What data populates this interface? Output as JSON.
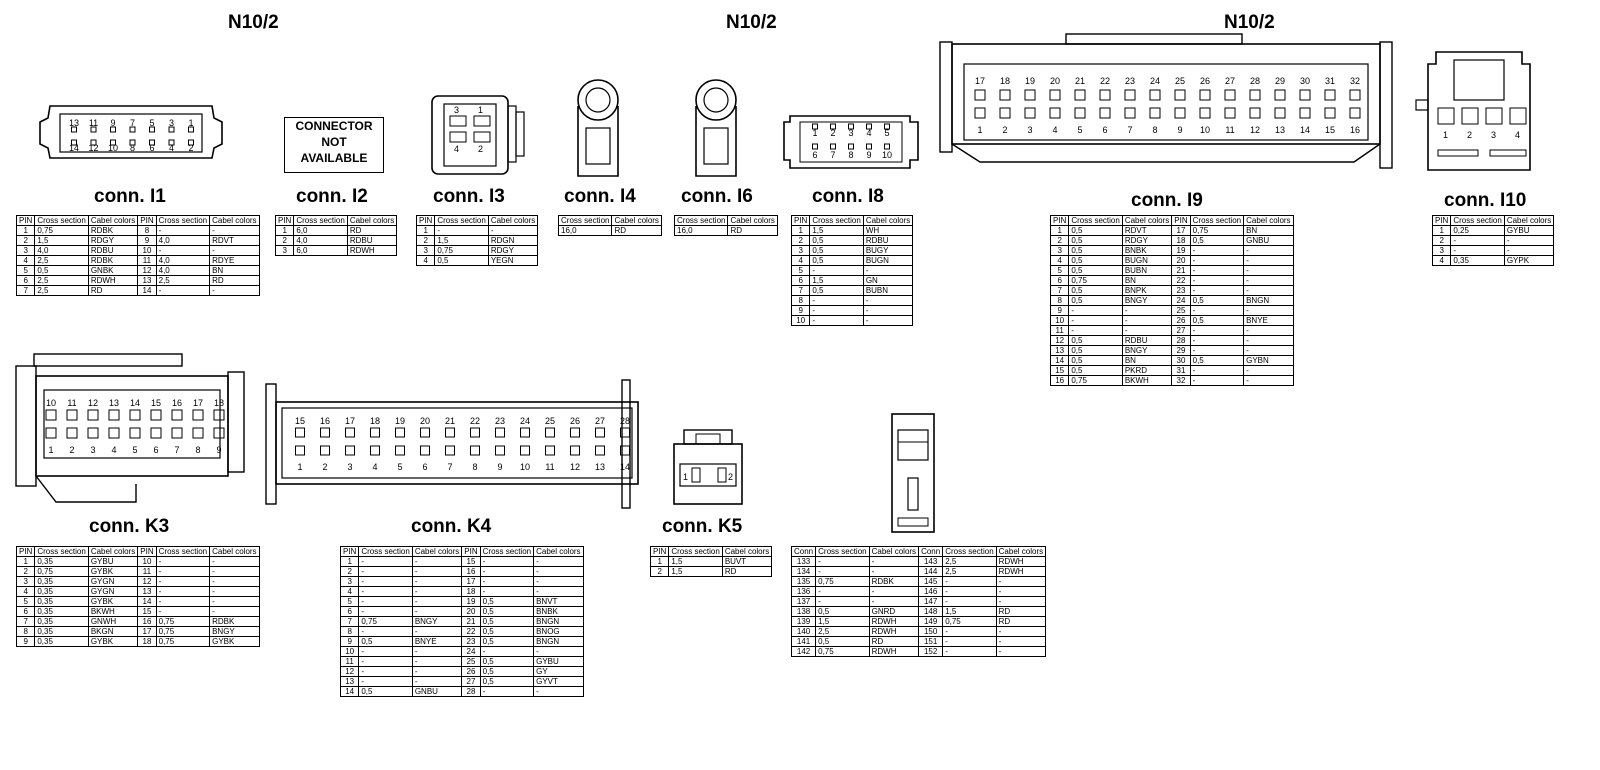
{
  "titles": [
    "N10/2",
    "N10/2",
    "N10/2"
  ],
  "connectors": {
    "I1": {
      "label": "conn. I1",
      "pins_top": [
        "13",
        "11",
        "9",
        "7",
        "5",
        "3",
        "1"
      ],
      "pins_bottom": [
        "14",
        "12",
        "10",
        "8",
        "6",
        "4",
        "2"
      ],
      "headers": [
        "PIN",
        "Cross section",
        "Cabel colors",
        "PIN",
        "Cross section",
        "Cabel colors"
      ],
      "rows": [
        [
          "1",
          "0,75",
          "RDBK",
          "8",
          "-",
          "-"
        ],
        [
          "2",
          "1,5",
          "RDGY",
          "9",
          "4,0",
          "RDVT"
        ],
        [
          "3",
          "4,0",
          "RDBU",
          "10",
          "-",
          "-"
        ],
        [
          "4",
          "2,5",
          "RDBK",
          "11",
          "4,0",
          "RDYE"
        ],
        [
          "5",
          "0,5",
          "GNBK",
          "12",
          "4,0",
          "BN"
        ],
        [
          "6",
          "2,5",
          "RDWH",
          "13",
          "2,5",
          "RD"
        ],
        [
          "7",
          "2,5",
          "RD",
          "14",
          "-",
          "-"
        ]
      ]
    },
    "I2": {
      "label": "conn. I2",
      "not_available": [
        "CONNECTOR",
        "NOT",
        "AVAILABLE"
      ],
      "headers": [
        "PIN",
        "Cross section",
        "Cabel colors"
      ],
      "rows": [
        [
          "1",
          "6,0",
          "RD"
        ],
        [
          "2",
          "4,0",
          "RDBU"
        ],
        [
          "3",
          "6,0",
          "RDWH"
        ]
      ]
    },
    "I3": {
      "label": "conn. I3",
      "pins": [
        "3",
        "1",
        "4",
        "2"
      ],
      "headers": [
        "PIN",
        "Cross section",
        "Cabel colors"
      ],
      "rows": [
        [
          "1",
          "-",
          "-"
        ],
        [
          "2",
          "1,5",
          "RDGN"
        ],
        [
          "3",
          "0,75",
          "RDGY"
        ],
        [
          "4",
          "0,5",
          "YEGN"
        ]
      ]
    },
    "I4": {
      "label": "conn. I4",
      "headers": [
        "Cross section",
        "Cabel colors"
      ],
      "rows": [
        [
          "16,0",
          "RD"
        ]
      ]
    },
    "I6": {
      "label": "conn. I6",
      "headers": [
        "Cross section",
        "Cabel colors"
      ],
      "rows": [
        [
          "16,0",
          "RD"
        ]
      ]
    },
    "I8": {
      "label": "conn. I8",
      "pins_top": [
        "1",
        "2",
        "3",
        "4",
        "5"
      ],
      "pins_bottom": [
        "6",
        "7",
        "8",
        "9",
        "10"
      ],
      "headers": [
        "PIN",
        "Cross section",
        "Cabel colors"
      ],
      "rows": [
        [
          "1",
          "1,5",
          "WH"
        ],
        [
          "2",
          "0,5",
          "RDBU"
        ],
        [
          "3",
          "0,5",
          "BUGY"
        ],
        [
          "4",
          "0,5",
          "BUGN"
        ],
        [
          "5",
          "-",
          "-"
        ],
        [
          "6",
          "1,5",
          "GN"
        ],
        [
          "7",
          "0,5",
          "BUBN"
        ],
        [
          "8",
          "-",
          "-"
        ],
        [
          "9",
          "-",
          "-"
        ],
        [
          "10",
          "-",
          "-"
        ]
      ]
    },
    "I9": {
      "label": "conn. I9",
      "pins_top": [
        "17",
        "18",
        "19",
        "20",
        "21",
        "22",
        "23",
        "24",
        "25",
        "26",
        "27",
        "28",
        "29",
        "30",
        "31",
        "32"
      ],
      "pins_bottom": [
        "1",
        "2",
        "3",
        "4",
        "5",
        "6",
        "7",
        "8",
        "9",
        "10",
        "11",
        "12",
        "13",
        "14",
        "15",
        "16"
      ],
      "headers": [
        "PIN",
        "Cross section",
        "Cabel colors",
        "PIN",
        "Cross section",
        "Cabel colors"
      ],
      "rows": [
        [
          "1",
          "0,5",
          "RDVT",
          "17",
          "0,75",
          "BN"
        ],
        [
          "2",
          "0,5",
          "RDGY",
          "18",
          "0,5",
          "GNBU"
        ],
        [
          "3",
          "0,5",
          "BNBK",
          "19",
          "-",
          "-"
        ],
        [
          "4",
          "0,5",
          "BUGN",
          "20",
          "-",
          "-"
        ],
        [
          "5",
          "0,5",
          "BUBN",
          "21",
          "-",
          "-"
        ],
        [
          "6",
          "0,75",
          "BN",
          "22",
          "-",
          "-"
        ],
        [
          "7",
          "0,5",
          "BNPK",
          "23",
          "-",
          "-"
        ],
        [
          "8",
          "0,5",
          "BNGY",
          "24",
          "0,5",
          "BNGN"
        ],
        [
          "9",
          "-",
          "-",
          "25",
          "-",
          "-"
        ],
        [
          "10",
          "-",
          "-",
          "26",
          "0,5",
          "BNYE"
        ],
        [
          "11",
          "-",
          "-",
          "27",
          "-",
          "-"
        ],
        [
          "12",
          "0,5",
          "RDBU",
          "28",
          "-",
          "-"
        ],
        [
          "13",
          "0,5",
          "BNGY",
          "29",
          "-",
          "-"
        ],
        [
          "14",
          "0,5",
          "BN",
          "30",
          "0,5",
          "GYBN"
        ],
        [
          "15",
          "0,5",
          "PKRD",
          "31",
          "-",
          "-"
        ],
        [
          "16",
          "0,75",
          "BKWH",
          "32",
          "-",
          "-"
        ]
      ]
    },
    "I10": {
      "label": "conn. I10",
      "pins": [
        "1",
        "2",
        "3",
        "4"
      ],
      "headers": [
        "PIN",
        "Cross section",
        "Cabel colors"
      ],
      "rows": [
        [
          "1",
          "0,25",
          "GYBU"
        ],
        [
          "2",
          "-",
          "-"
        ],
        [
          "3",
          "-",
          "-"
        ],
        [
          "4",
          "0,35",
          "GYPK"
        ]
      ]
    },
    "K3": {
      "label": "conn. K3",
      "pins_top": [
        "10",
        "11",
        "12",
        "13",
        "14",
        "15",
        "16",
        "17",
        "18"
      ],
      "pins_bottom": [
        "1",
        "2",
        "3",
        "4",
        "5",
        "6",
        "7",
        "8",
        "9"
      ],
      "headers": [
        "PIN",
        "Cross section",
        "Cabel colors",
        "PIN",
        "Cross section",
        "Cabel colors"
      ],
      "rows": [
        [
          "1",
          "0,35",
          "GYBU",
          "10",
          "-",
          "-"
        ],
        [
          "2",
          "0,75",
          "GYBK",
          "11",
          "-",
          "-"
        ],
        [
          "3",
          "0,35",
          "GYGN",
          "12",
          "-",
          "-"
        ],
        [
          "4",
          "0,35",
          "GYGN",
          "13",
          "-",
          "-"
        ],
        [
          "5",
          "0,35",
          "GYBK",
          "14",
          "-",
          "-"
        ],
        [
          "6",
          "0,35",
          "BKWH",
          "15",
          "-",
          "-"
        ],
        [
          "7",
          "0,35",
          "GNWH",
          "16",
          "0,75",
          "RDBK"
        ],
        [
          "8",
          "0,35",
          "BKGN",
          "17",
          "0,75",
          "BNGY"
        ],
        [
          "9",
          "0,35",
          "GYBK",
          "18",
          "0,75",
          "GYBK"
        ]
      ]
    },
    "K4": {
      "label": "conn. K4",
      "pins_top": [
        "15",
        "16",
        "17",
        "18",
        "19",
        "20",
        "21",
        "22",
        "23",
        "24",
        "25",
        "26",
        "27",
        "28"
      ],
      "pins_bottom": [
        "1",
        "2",
        "3",
        "4",
        "5",
        "6",
        "7",
        "8",
        "9",
        "10",
        "11",
        "12",
        "13",
        "14"
      ],
      "headers": [
        "PIN",
        "Cross section",
        "Cabel colors",
        "PIN",
        "Cross section",
        "Cabel colors"
      ],
      "rows": [
        [
          "1",
          "-",
          "-",
          "15",
          "-",
          "-"
        ],
        [
          "2",
          "-",
          "-",
          "16",
          "-",
          "-"
        ],
        [
          "3",
          "-",
          "-",
          "17",
          "-",
          "-"
        ],
        [
          "4",
          "-",
          "-",
          "18",
          "-",
          "-"
        ],
        [
          "5",
          "-",
          "-",
          "19",
          "0,5",
          "BNVT"
        ],
        [
          "6",
          "-",
          "-",
          "20",
          "0,5",
          "BNBK"
        ],
        [
          "7",
          "0,75",
          "BNGY",
          "21",
          "0,5",
          "BNGN"
        ],
        [
          "8",
          "-",
          "-",
          "22",
          "0,5",
          "BNOG"
        ],
        [
          "9",
          "0,5",
          "BNYE",
          "23",
          "0,5",
          "BNGN"
        ],
        [
          "10",
          "-",
          "-",
          "24",
          "-",
          "-"
        ],
        [
          "11",
          "-",
          "-",
          "25",
          "0,5",
          "GYBU"
        ],
        [
          "12",
          "-",
          "-",
          "26",
          "0,5",
          "GY"
        ],
        [
          "13",
          "-",
          "-",
          "27",
          "0,5",
          "GYVT"
        ],
        [
          "14",
          "0,5",
          "GNBU",
          "28",
          "-",
          "-"
        ]
      ]
    },
    "K5": {
      "label": "conn. K5",
      "pins": [
        "1",
        "2"
      ],
      "headers": [
        "PIN",
        "Cross section",
        "Cabel colors"
      ],
      "rows": [
        [
          "1",
          "1,5",
          "BUVT"
        ],
        [
          "2",
          "1,5",
          "RD"
        ]
      ]
    },
    "misc": {
      "headers": [
        "Conn",
        "Cross section",
        "Cabel colors",
        "Conn",
        "Cross section",
        "Cabel colors"
      ],
      "rows": [
        [
          "133",
          "-",
          "-",
          "143",
          "2,5",
          "RDWH"
        ],
        [
          "134",
          "-",
          "-",
          "144",
          "2,5",
          "RDWH"
        ],
        [
          "135",
          "0,75",
          "RDBK",
          "145",
          "-",
          "-"
        ],
        [
          "136",
          "-",
          "-",
          "146",
          "-",
          "-"
        ],
        [
          "137",
          "-",
          "-",
          "147",
          "-",
          "-"
        ],
        [
          "138",
          "0,5",
          "GNRD",
          "148",
          "1,5",
          "RD"
        ],
        [
          "139",
          "1,5",
          "RDWH",
          "149",
          "0,75",
          "RD"
        ],
        [
          "140",
          "2,5",
          "RDWH",
          "150",
          "-",
          "-"
        ],
        [
          "141",
          "0,5",
          "RD",
          "151",
          "-",
          "-"
        ],
        [
          "142",
          "0,75",
          "RDWH",
          "152",
          "-",
          "-"
        ]
      ]
    }
  }
}
